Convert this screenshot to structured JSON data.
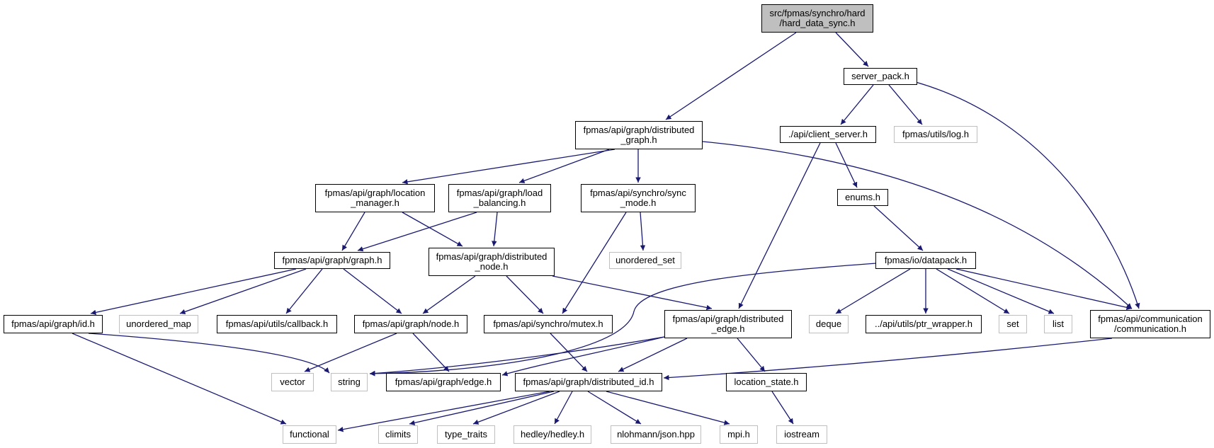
{
  "colors": {
    "edge": "#191970",
    "root_fill": "#bfbfbf",
    "ext_border": "#bfbfbf",
    "local_border": "#000000"
  },
  "nodes": {
    "root": "src/fpmas/synchro/hard\n/hard_data_sync.h",
    "server_pack": "server_pack.h",
    "distributed_graph": "fpmas/api/graph/distributed\n_graph.h",
    "client_server": "./api/client_server.h",
    "log": "fpmas/utils/log.h",
    "location_manager": "fpmas/api/graph/location\n_manager.h",
    "load_balancing": "fpmas/api/graph/load\n_balancing.h",
    "sync_mode": "fpmas/api/synchro/sync\n_mode.h",
    "enums": "enums.h",
    "graph": "fpmas/api/graph/graph.h",
    "distributed_node": "fpmas/api/graph/distributed\n_node.h",
    "unordered_set": "unordered_set",
    "datapack": "fpmas/io/datapack.h",
    "id": "fpmas/api/graph/id.h",
    "unordered_map": "unordered_map",
    "callback": "fpmas/api/utils/callback.h",
    "node": "fpmas/api/graph/node.h",
    "mutex": "fpmas/api/synchro/mutex.h",
    "distributed_edge": "fpmas/api/graph/distributed\n_edge.h",
    "deque": "deque",
    "ptr_wrapper": "../api/utils/ptr_wrapper.h",
    "set": "set",
    "list": "list",
    "communication": "fpmas/api/communication\n/communication.h",
    "vector": "vector",
    "string": "string",
    "edge": "fpmas/api/graph/edge.h",
    "distributed_id": "fpmas/api/graph/distributed_id.h",
    "location_state": "location_state.h",
    "functional": "functional",
    "climits": "climits",
    "type_traits": "type_traits",
    "hedley": "hedley/hedley.h",
    "json": "nlohmann/json.hpp",
    "mpi": "mpi.h",
    "iostream": "iostream"
  }
}
